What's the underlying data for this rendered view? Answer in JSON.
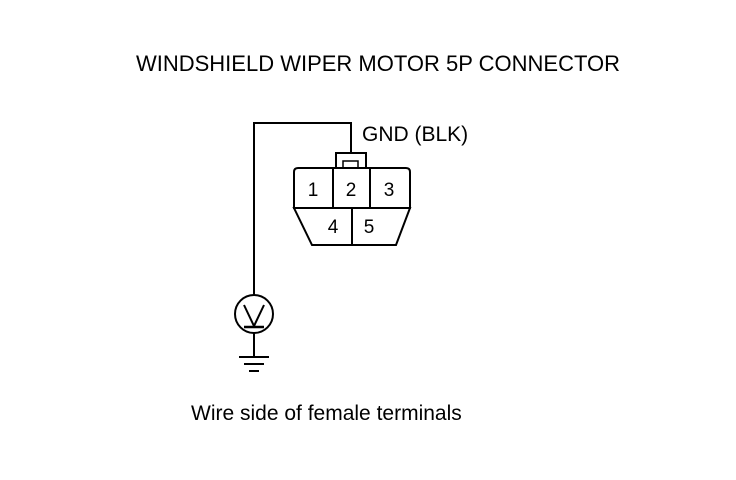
{
  "title": "WINDSHIELD WIPER MOTOR 5P CONNECTOR",
  "ground_label": "GND (BLK)",
  "caption": "Wire side of female terminals",
  "connector": {
    "pins": [
      {
        "number": "1"
      },
      {
        "number": "2"
      },
      {
        "number": "3"
      },
      {
        "number": "4"
      },
      {
        "number": "5"
      }
    ]
  },
  "meter_icon": "voltmeter-icon",
  "ground_icon": "ground-icon",
  "colors": {
    "line": "#000000",
    "background": "#ffffff"
  }
}
